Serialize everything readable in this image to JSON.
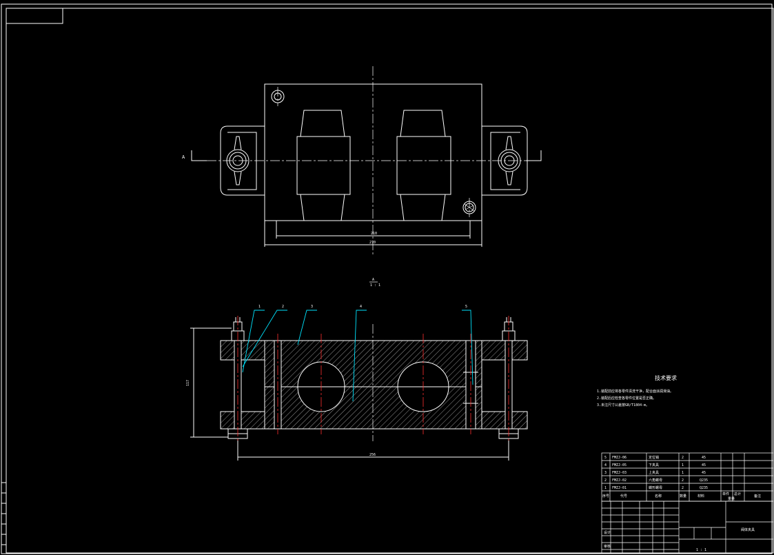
{
  "drawing": {
    "background": "#000000",
    "line_color": "#ffffff",
    "center_color": "#ff3030",
    "leader_color": "#00e5ff"
  },
  "top_view": {
    "section_marker": "A",
    "dim_inner": "210",
    "dim_outer": "270"
  },
  "front_view": {
    "section_label_top": "A",
    "section_label_bottom": "1 : 1",
    "dim_height": "117",
    "dim_width": "256",
    "part_callouts": [
      "1",
      "2",
      "3",
      "4",
      "5"
    ]
  },
  "notes": {
    "title": "技术要求",
    "lines": [
      "1.装配前应将各零件清洗干净，配合面涂润滑油。",
      "2.装配后应检查各零件位置是否正确。",
      "3.未注尺寸公差按GB/T1804-m。"
    ]
  },
  "bom": {
    "rows": [
      {
        "no": "5",
        "code": "FMZJ-06",
        "name": "定位销",
        "qty": "2",
        "mat": "45"
      },
      {
        "no": "4",
        "code": "FMZJ-05",
        "name": "下夹具",
        "qty": "1",
        "mat": "45"
      },
      {
        "no": "3",
        "code": "FMZJ-03",
        "name": "上夹具",
        "qty": "1",
        "mat": "45"
      },
      {
        "no": "2",
        "code": "FMZJ-02",
        "name": "六角螺母",
        "qty": "2",
        "mat": "Q235"
      },
      {
        "no": "1",
        "code": "FMZJ-01",
        "name": "蝶形螺母",
        "qty": "2",
        "mat": "Q235"
      }
    ],
    "header": [
      "序号",
      "代号",
      "名称",
      "数量",
      "材料",
      "单件",
      "总计",
      "重量",
      "备注"
    ]
  },
  "title_block": {
    "designer_label": "设计",
    "review_label": "审核",
    "scale": "1 : 1",
    "drawing_label": "阀体夹具"
  }
}
